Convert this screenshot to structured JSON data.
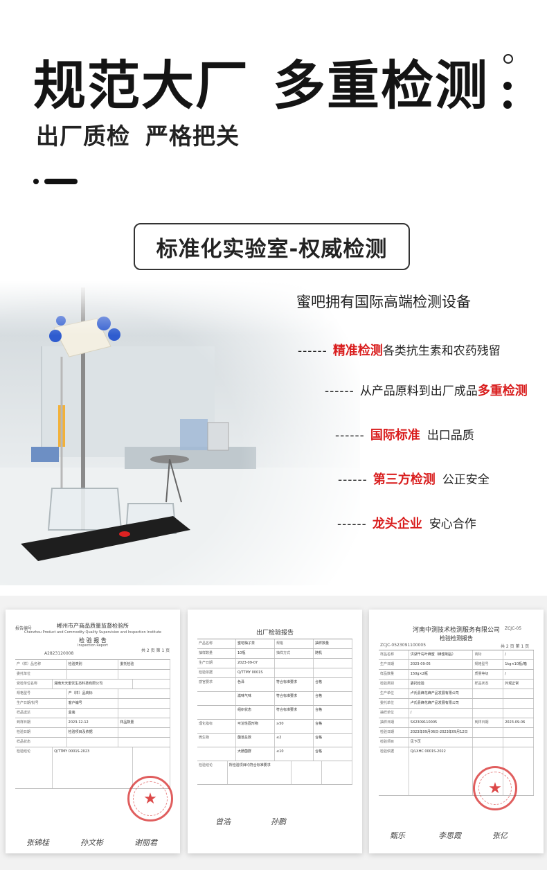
{
  "header": {
    "headline_part1": "规范大厂",
    "headline_part2": "多重检测",
    "subhead_part1": "出厂质检",
    "subhead_part2": "严格把关"
  },
  "lab_section": {
    "box_title": "标准化实验室-权威检测",
    "intro": "蜜吧拥有国际高端检测设备",
    "features": [
      {
        "dash": "------",
        "highlight": "精准检测",
        "text": "各类抗生素和农药残留"
      },
      {
        "dash": "------",
        "text": "从产品原料到出厂成品",
        "highlight": "多重检测"
      },
      {
        "dash": "------",
        "highlight": "国际标准",
        "text": "出口品质"
      },
      {
        "dash": "------",
        "highlight": "第三方检测",
        "text": "公正安全"
      },
      {
        "dash": "------",
        "highlight": "龙头企业",
        "text": "安心合作"
      }
    ],
    "highlight_color": "#d91e1e"
  },
  "certificates": {
    "doc1": {
      "org": "郴州市产商品质量监督检验所",
      "org_en": "Chenzhou Product and Commodity Quality Supervision and Inspection Institute",
      "title": "检 验 报 告",
      "title_en": "Inspection Report",
      "report_no_label": "报告编号",
      "report_no": "A2823120008",
      "page": "共 2 页 第 1 页",
      "rows": [
        [
          "产（样）品名称",
          "检验类别",
          "委托检验"
        ],
        [
          "委托单位",
          "",
          ""
        ],
        [
          "受检单位名称",
          "湖南天天蜜饮生态科技有限公司",
          ""
        ],
        [
          "规格型号",
          "产（样）品商标",
          ""
        ],
        [
          "生产日期/批号",
          "客户编号",
          ""
        ],
        [
          "样品送达",
          "盒装",
          ""
        ],
        [
          "到样日期",
          "2023-12-12",
          "样品数量"
        ],
        [
          "检验日期",
          "检验项目及依据",
          ""
        ],
        [
          "样品状态",
          "",
          ""
        ],
        [
          "检验结论",
          "Q/TTMY 0001S-2023",
          ""
        ]
      ],
      "sign1": "张锦桂",
      "sign2": "孙文彬",
      "sign3": "谢丽君"
    },
    "doc2": {
      "title": "出厂检验报告",
      "rows": [
        [
          "产品名称",
          "蜜吧柚子茶",
          "规格",
          "抽样数量"
        ],
        [
          "抽样数量",
          "10瓶",
          "抽样方式",
          "随机"
        ],
        [
          "生产日期",
          "2023-09-07",
          "",
          ""
        ],
        [
          "检验依据",
          "Q/TTMY 0001S",
          "",
          ""
        ],
        [
          "感官要求",
          "色泽",
          "符合标准要求",
          "合格"
        ],
        [
          "",
          "滋味气味",
          "符合标准要求",
          "合格"
        ],
        [
          "",
          "组织状态",
          "符合标准要求",
          "合格"
        ],
        [
          "理化指标",
          "可溶性固形物",
          "≥50",
          "合格"
        ],
        [
          "微生物",
          "菌落总数",
          "≤2",
          "合格"
        ],
        [
          "",
          "大肠菌群",
          "≤10",
          "合格"
        ],
        [
          "检验结论",
          "所检验项目均符合标准要求",
          "",
          ""
        ]
      ],
      "sign1": "曾浩",
      "sign2": "孙鹏"
    },
    "doc3": {
      "org": "河南中测技术检测服务有限公司",
      "title": "检验检测报告",
      "code": "ZCJC-05",
      "report_no": "ZCJC-0523091100005",
      "page": "共 2 页 第 1 页",
      "rows": [
        [
          "样品名称",
          "洪湖千岛叶蜂蜜（蜂蜜制品）",
          "商标",
          "/"
        ],
        [
          "生产日期",
          "2023-09-05",
          "规格型号",
          "1kg×10瓶/箱"
        ],
        [
          "样品数量",
          "150g×2瓶",
          "质量等级",
          "/"
        ],
        [
          "检验类别",
          "委托检验",
          "样品状态",
          "外观正常"
        ],
        [
          "生产单位",
          "卢氏县蜂花蜂产品发展有限公司",
          "",
          ""
        ],
        [
          "委托单位",
          "卢氏县蜂花蜂产品发展有限公司",
          "",
          ""
        ],
        [
          "抽样单位",
          "/",
          "",
          ""
        ],
        [
          "抽样日期",
          "SX2309110005",
          "到样日期",
          "2023-09-06"
        ],
        [
          "检验日期",
          "2023年09月06日-2023年09月12日",
          "",
          ""
        ],
        [
          "检验项目",
          "见下页",
          "",
          ""
        ],
        [
          "检验依据",
          "Q/LXHC 0001S-2022",
          "",
          ""
        ]
      ],
      "sign1": "甄乐",
      "sign2": "李思霞",
      "sign3": "张亿"
    }
  }
}
